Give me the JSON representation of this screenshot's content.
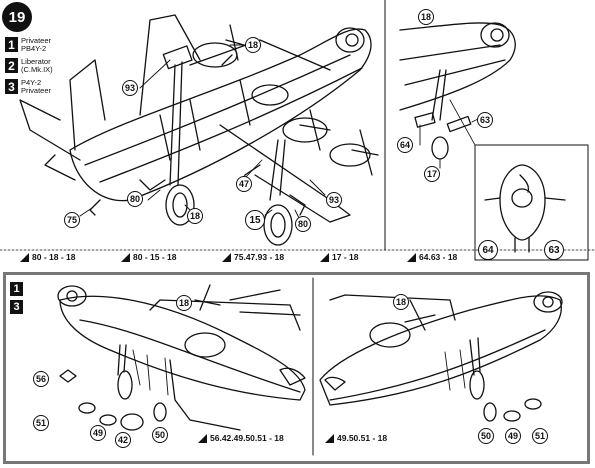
{
  "step": {
    "number": "19"
  },
  "variants": [
    {
      "number": "1",
      "name": "Privateer\nPB4Y-2"
    },
    {
      "number": "2",
      "name": "Liberator\n(C.Mk.IX)"
    },
    {
      "number": "3",
      "name": "P4Y-2\nPrivateer"
    }
  ],
  "callouts_top": {
    "c93a": "93",
    "c18a": "18",
    "c80a": "80",
    "c18b": "18",
    "c75": "75",
    "c47": "47",
    "c15": "15",
    "c80b": "80",
    "c93b": "93",
    "c18c": "18",
    "c64a": "64",
    "c63a": "63",
    "c17": "17",
    "c64b": "64",
    "c63b": "63"
  },
  "sequences_top": [
    {
      "text": "80 - 18 - 18"
    },
    {
      "text": "80 - 15 - 18"
    },
    {
      "text": "75.47.93 - 18"
    },
    {
      "text": "17 - 18"
    },
    {
      "text": "64.63 - 18"
    }
  ],
  "panel2": {
    "marks": [
      "1",
      "3"
    ],
    "callouts": {
      "c18l": "18",
      "c56": "56",
      "c51l": "51",
      "c49l": "49",
      "c42": "42",
      "c50l": "50",
      "c18r": "18",
      "c50r": "50",
      "c49r": "49",
      "c51r": "51"
    },
    "sequences": [
      {
        "text": "56.42.49.50.51 - 18"
      },
      {
        "text": "49.50.51 - 18"
      }
    ]
  }
}
